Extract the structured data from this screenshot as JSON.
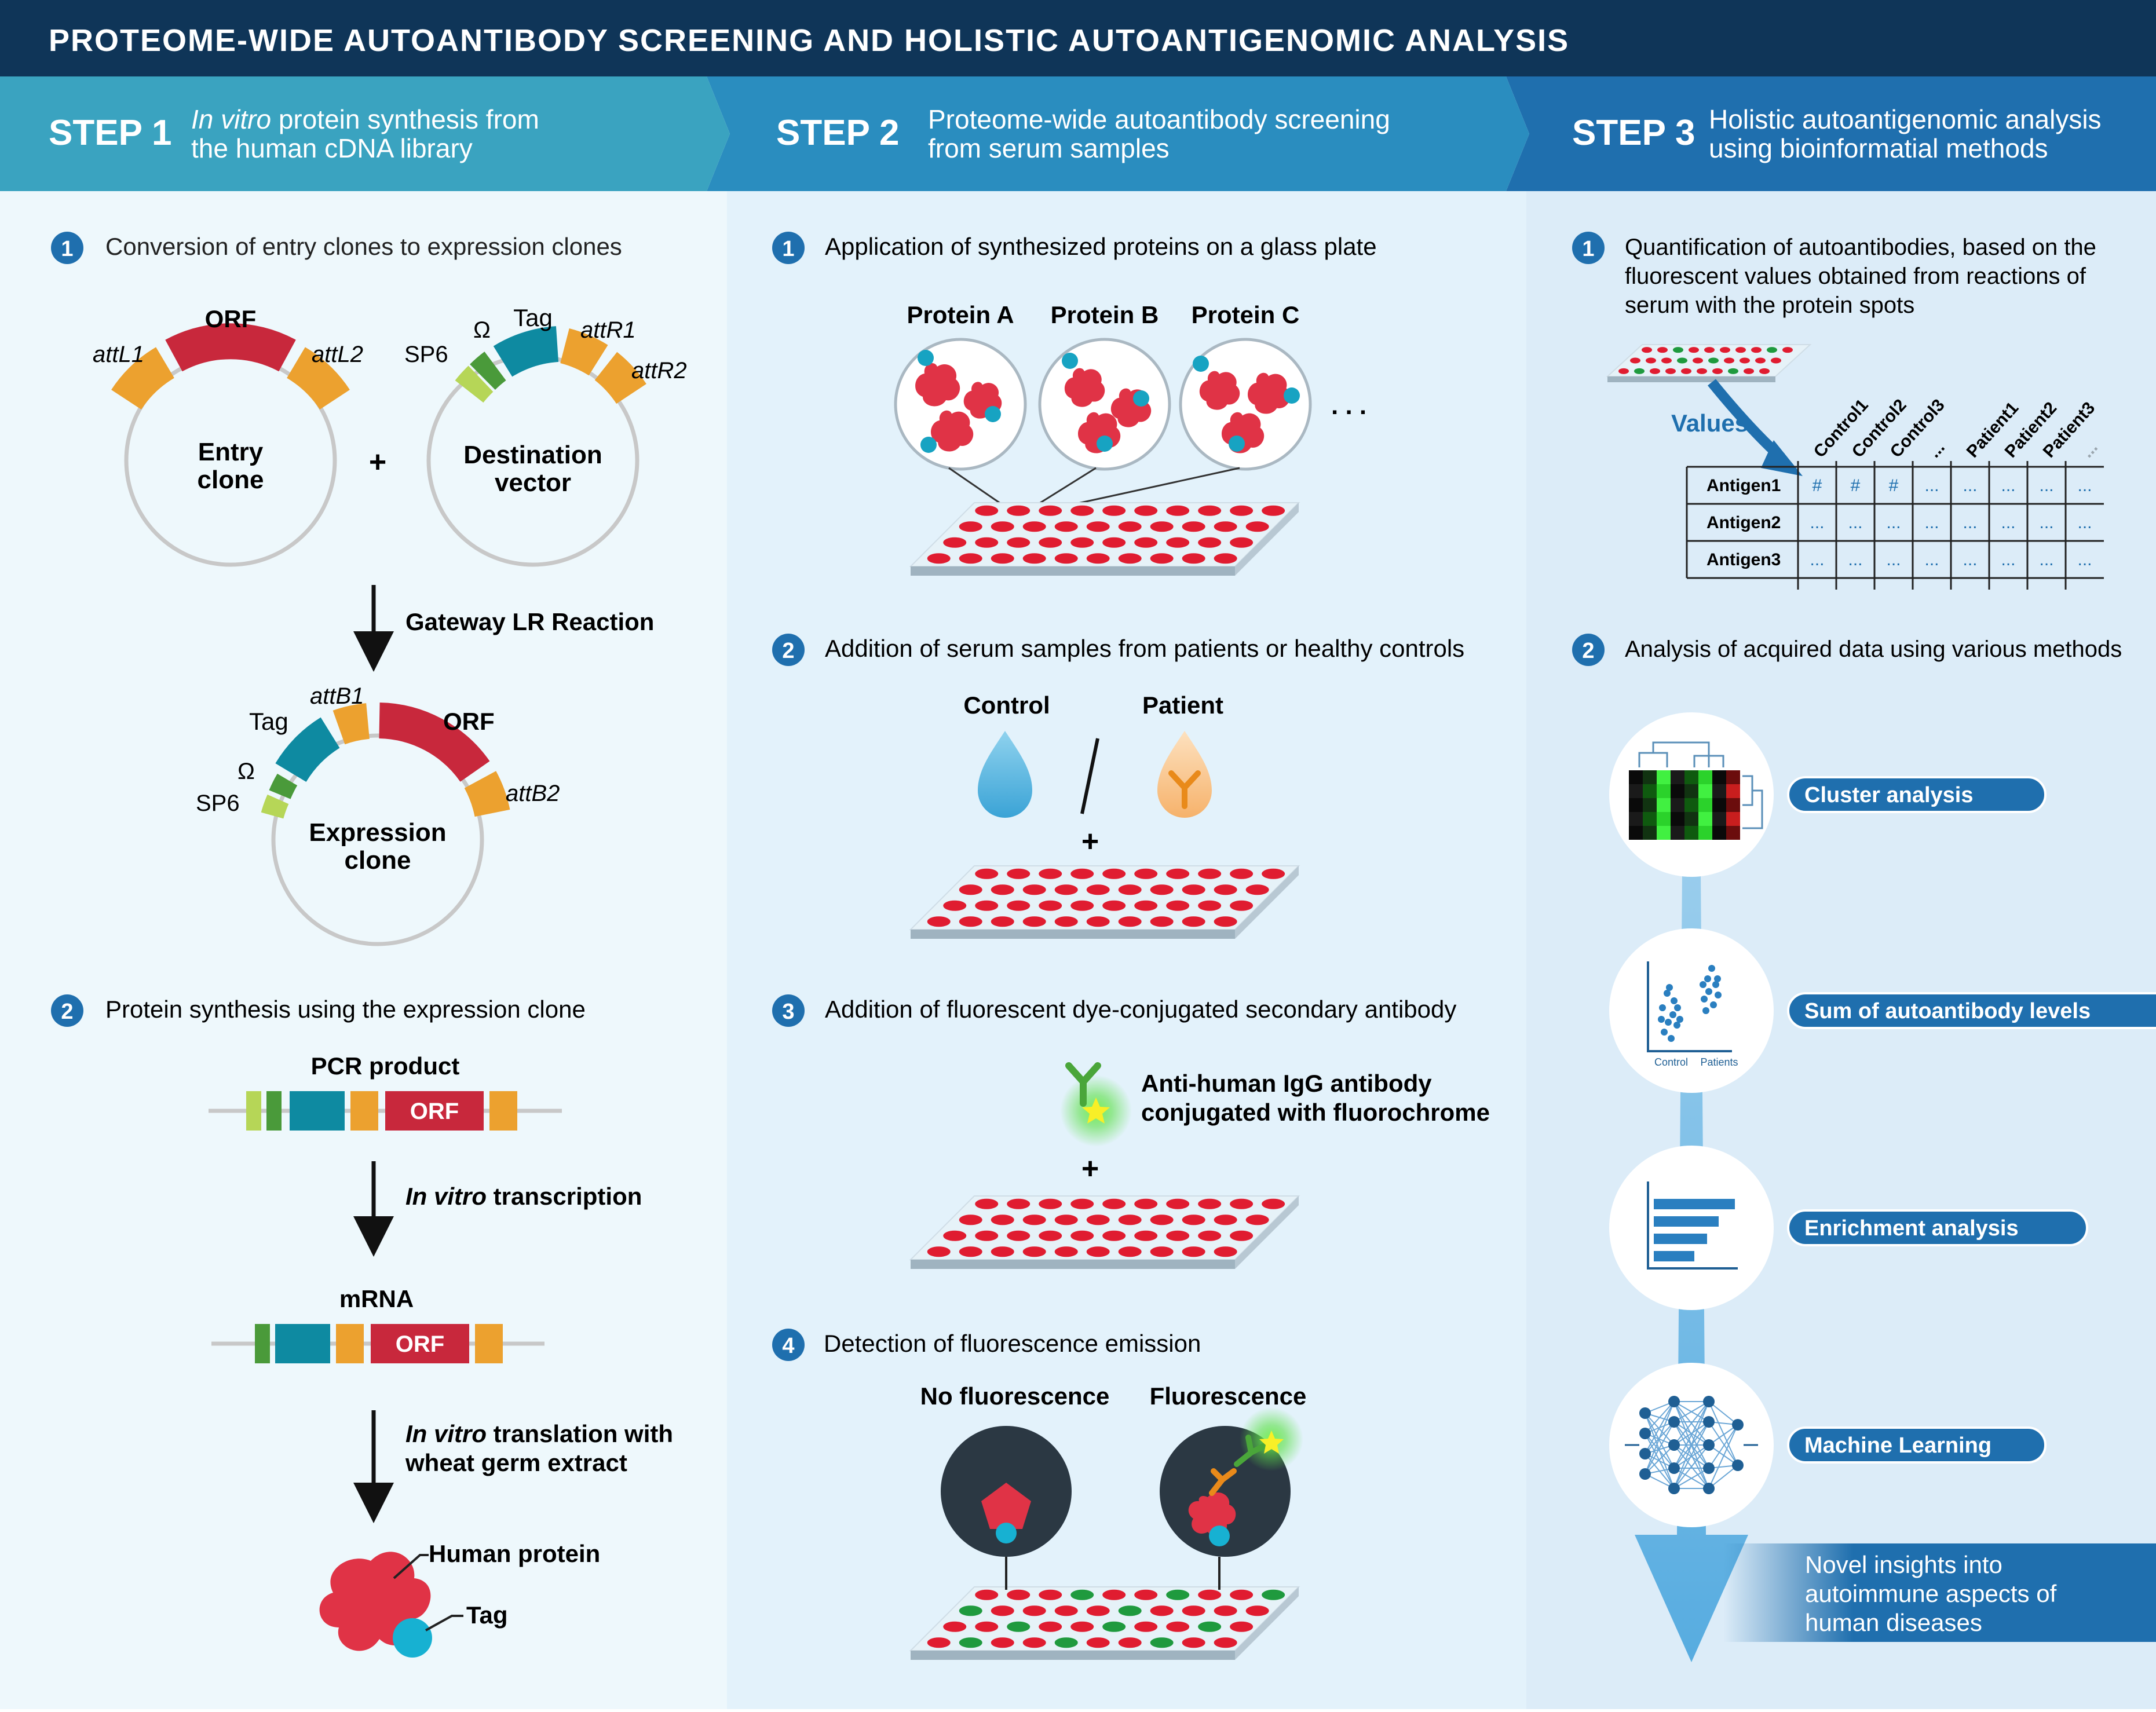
{
  "title": "PROTEOME-WIDE AUTOANTIBODY SCREENING AND HOLISTIC AUTOANTIGENOMIC ANALYSIS",
  "colors": {
    "title_bg": "#0f3558",
    "step1_bg": "#3aa3c0",
    "step2_bg": "#2a8dbf",
    "step3_bg": "#1f6fae",
    "panel1": "#eef8fc",
    "panel2": "#e3f2fb",
    "panel3": "#dcecf8",
    "orf_red": "#c8283c",
    "tag_teal": "#0e8aa1",
    "att_orange": "#eca12f",
    "sp6_lime": "#b6d657",
    "omega_green": "#4a9a3a",
    "spot_red": "#e01c30",
    "spot_green": "#1f9a3e",
    "badge_blue": "#1f6fae"
  },
  "steps": [
    {
      "label": "STEP 1",
      "title_em": "In vitro",
      "title_line1": " protein synthesis from",
      "title_line2": "the human cDNA library"
    },
    {
      "label": "STEP 2",
      "title_line1": "Proteome-wide autoantibody screening",
      "title_line2": "from serum samples"
    },
    {
      "label": "STEP 3",
      "title_line1": "Holistic autoantigenomic analysis",
      "title_line2": "using bioinformatial methods"
    }
  ],
  "step1": {
    "sub1": {
      "num": "1",
      "text": "Conversion of entry clones to expression clones"
    },
    "entry_clone": {
      "l1": "Entry",
      "l2": "clone",
      "orf": "ORF",
      "attL1": "attL1",
      "attL2": "attL2"
    },
    "plus": "+",
    "dest_vector": {
      "l1": "Destination",
      "l2": "vector",
      "sp6": "SP6",
      "omega": "Ω",
      "tag": "Tag",
      "attR1": "attR1",
      "attR2": "attR2"
    },
    "gateway": "Gateway LR Reaction",
    "expr_clone": {
      "l1": "Expression",
      "l2": "clone",
      "tag": "Tag",
      "attB1": "attB1",
      "orf": "ORF",
      "omega": "Ω",
      "sp6": "SP6",
      "attB2": "attB2"
    },
    "sub2": {
      "num": "2",
      "text": "Protein synthesis using the expression clone"
    },
    "pcr_product": "PCR product",
    "orf": "ORF",
    "transcription_em": "In vitro",
    "transcription_rest": " transcription",
    "mrna": "mRNA",
    "translation_em": "In vitro",
    "translation_rest": " translation with",
    "translation_l2": "wheat germ extract",
    "human_protein": "Human protein",
    "tag": "Tag"
  },
  "step2": {
    "sub1": {
      "num": "1",
      "text": "Application of synthesized proteins on a glass plate"
    },
    "proteins": [
      "Protein A",
      "Protein B",
      "Protein C"
    ],
    "ellipsis": ". . .",
    "sub2": {
      "num": "2",
      "text": "Addition of serum samples from patients or healthy controls"
    },
    "control": "Control",
    "slash": "/",
    "patient": "Patient",
    "plus": "+",
    "sub3": {
      "num": "3",
      "text": "Addition of fluorescent dye-conjugated secondary antibody"
    },
    "antibody_l1": "Anti-human IgG antibody",
    "antibody_l2": "conjugated with fluorochrome",
    "sub4": {
      "num": "4",
      "text": "Detection of fluorescence emission"
    },
    "no_fluor": "No fluorescence",
    "fluor": "Fluorescence"
  },
  "step3": {
    "sub1": {
      "num": "1",
      "l1": "Quantification of autoantibodies, based on the",
      "l2": "fluorescent values obtained from reactions of",
      "l3": "serum with the protein spots"
    },
    "values": "Values",
    "columns": [
      "Control1",
      "Control2",
      "Control3",
      "...",
      "Patient1",
      "Patient2",
      "Patient3"
    ],
    "rows": [
      {
        "name": "Antigen1",
        "cells": [
          "#",
          "#",
          "#",
          "...",
          "...",
          "...",
          "...",
          "..."
        ]
      },
      {
        "name": "Antigen2",
        "cells": [
          "...",
          "...",
          "...",
          "...",
          "...",
          "...",
          "...",
          "..."
        ]
      },
      {
        "name": "Antigen3",
        "cells": [
          "...",
          "...",
          "...",
          "...",
          "...",
          "...",
          "...",
          "..."
        ]
      }
    ],
    "sub2": {
      "num": "2",
      "text": "Analysis of acquired data using various methods"
    },
    "methods": [
      "Cluster analysis",
      "Sum of autoantibody levels",
      "Enrichment analysis",
      "Machine Learning"
    ],
    "scatter_labels": [
      "Control",
      "Patients"
    ],
    "insight_l1": "Novel insights into",
    "insight_l2": "autoimmune aspects of",
    "insight_l3": "human diseases"
  }
}
